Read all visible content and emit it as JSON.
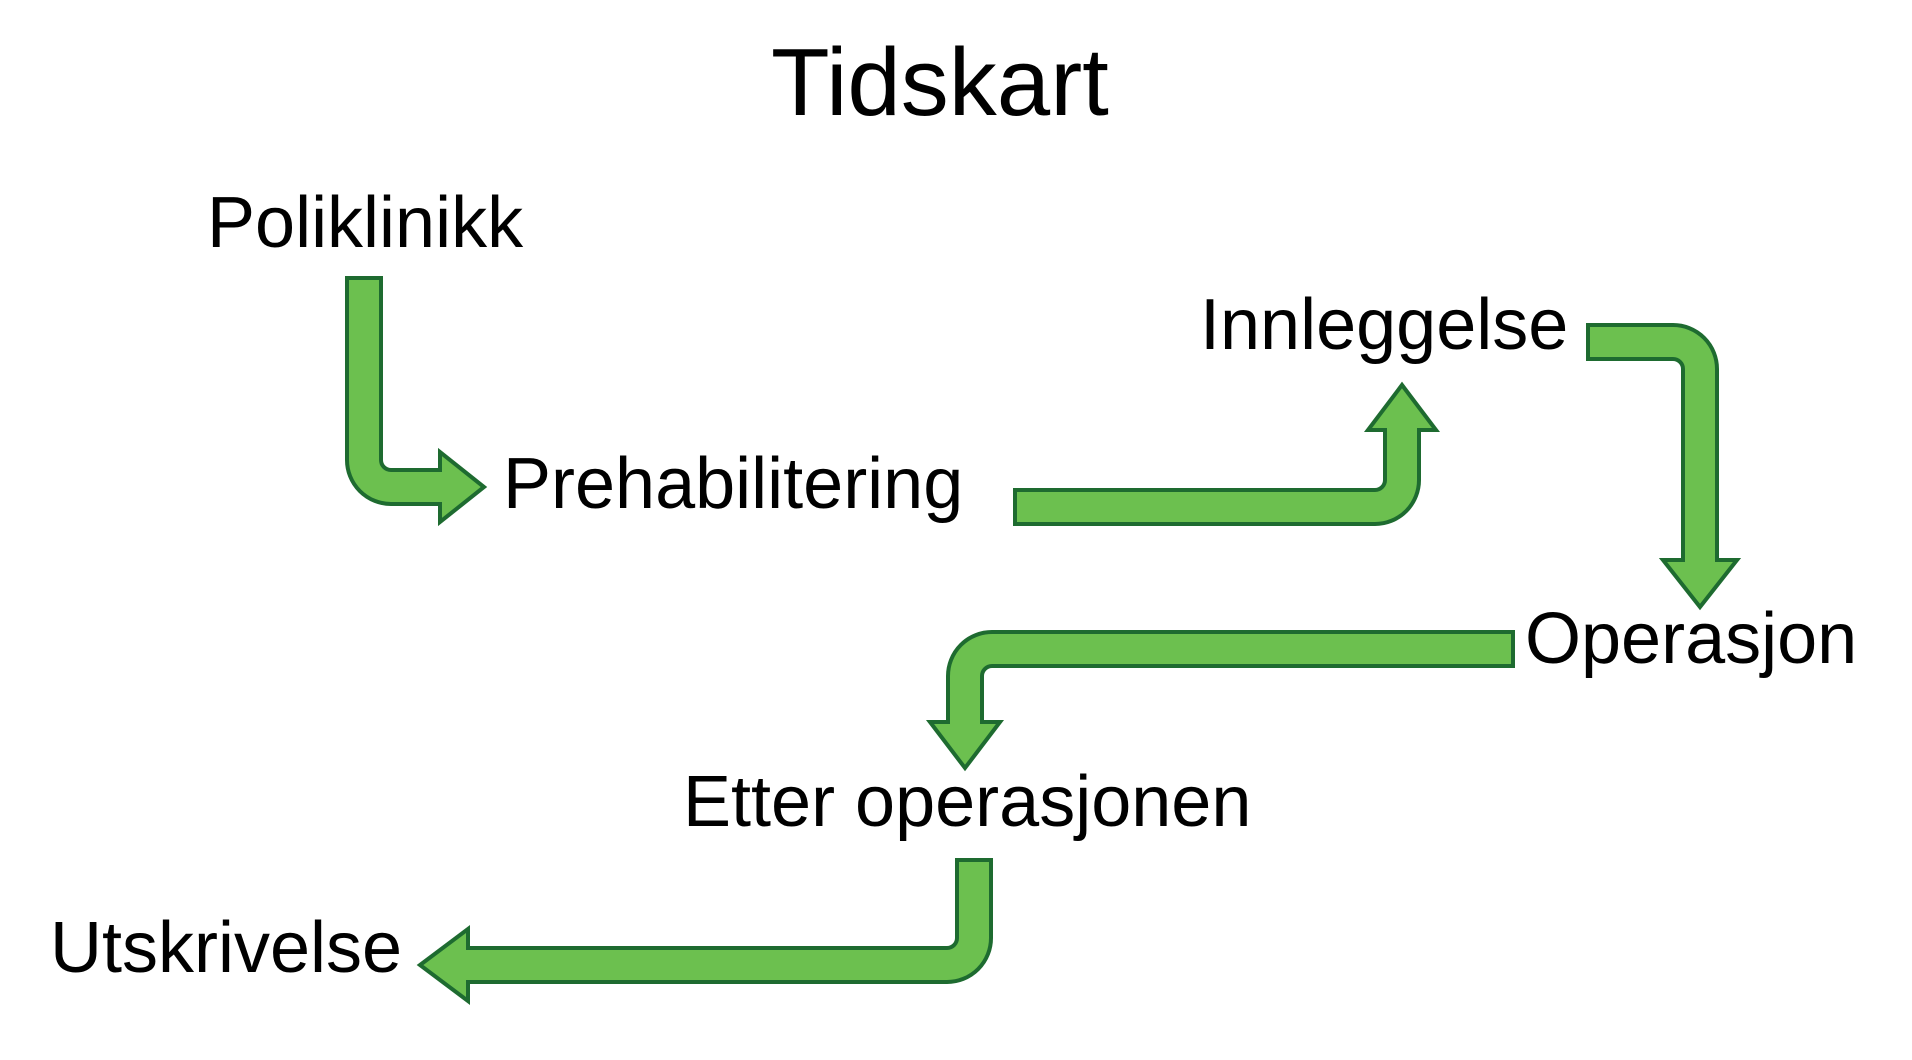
{
  "title": {
    "text": "Tidskart"
  },
  "diagram": {
    "type": "flowchart",
    "description_visible_text_only": "Tidskart",
    "nodes": {
      "poliklinikk": {
        "label": "Poliklinikk"
      },
      "prehabilitering": {
        "label": "Prehabilitering"
      },
      "innleggelse": {
        "label": "Innleggelse"
      },
      "operasjon": {
        "label": "Operasjon"
      },
      "etter_operasjonen": {
        "label": "Etter operasjonen"
      },
      "utskrivelse": {
        "label": "Utskrivelse"
      }
    },
    "flow_order": [
      "Poliklinikk",
      "Prehabilitering",
      "Innleggelse",
      "Operasjon",
      "Etter operasjonen",
      "Utskrivelse"
    ],
    "connections": [
      {
        "from": "poliklinikk",
        "to": "prehabilitering",
        "shape": "elbow-down-then-right",
        "head": "right"
      },
      {
        "from": "prehabilitering",
        "to": "innleggelse",
        "shape": "elbow-right-then-up",
        "head": "up"
      },
      {
        "from": "innleggelse",
        "to": "operasjon",
        "shape": "elbow-right-then-down",
        "head": "down"
      },
      {
        "from": "operasjon",
        "to": "etter_operasjonen",
        "shape": "elbow-left-then-down",
        "head": "down"
      },
      {
        "from": "etter_operasjonen",
        "to": "utskrivelse",
        "shape": "elbow-down-then-left",
        "head": "left"
      }
    ],
    "colors": {
      "arrow_fill": "#6CC04F",
      "arrow_stroke": "#1E6B30",
      "text": "#000000",
      "background": "#FFFFFF"
    }
  }
}
